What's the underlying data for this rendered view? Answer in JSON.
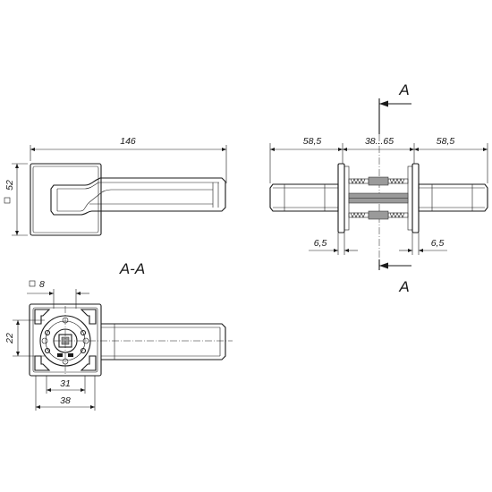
{
  "front_view": {
    "length": "146",
    "rose_size": "52"
  },
  "side_view": {
    "section_marker_top": "A",
    "section_marker_bottom": "A",
    "left_spindle": "58,5",
    "door_range": "38...65",
    "right_spindle": "58,5",
    "left_rose_thickness": "6,5",
    "right_rose_thickness": "6,5"
  },
  "section_view": {
    "title": "A-A",
    "square_spindle": "8",
    "height_offset": "22",
    "inner_width": "31",
    "outer_width": "38"
  }
}
